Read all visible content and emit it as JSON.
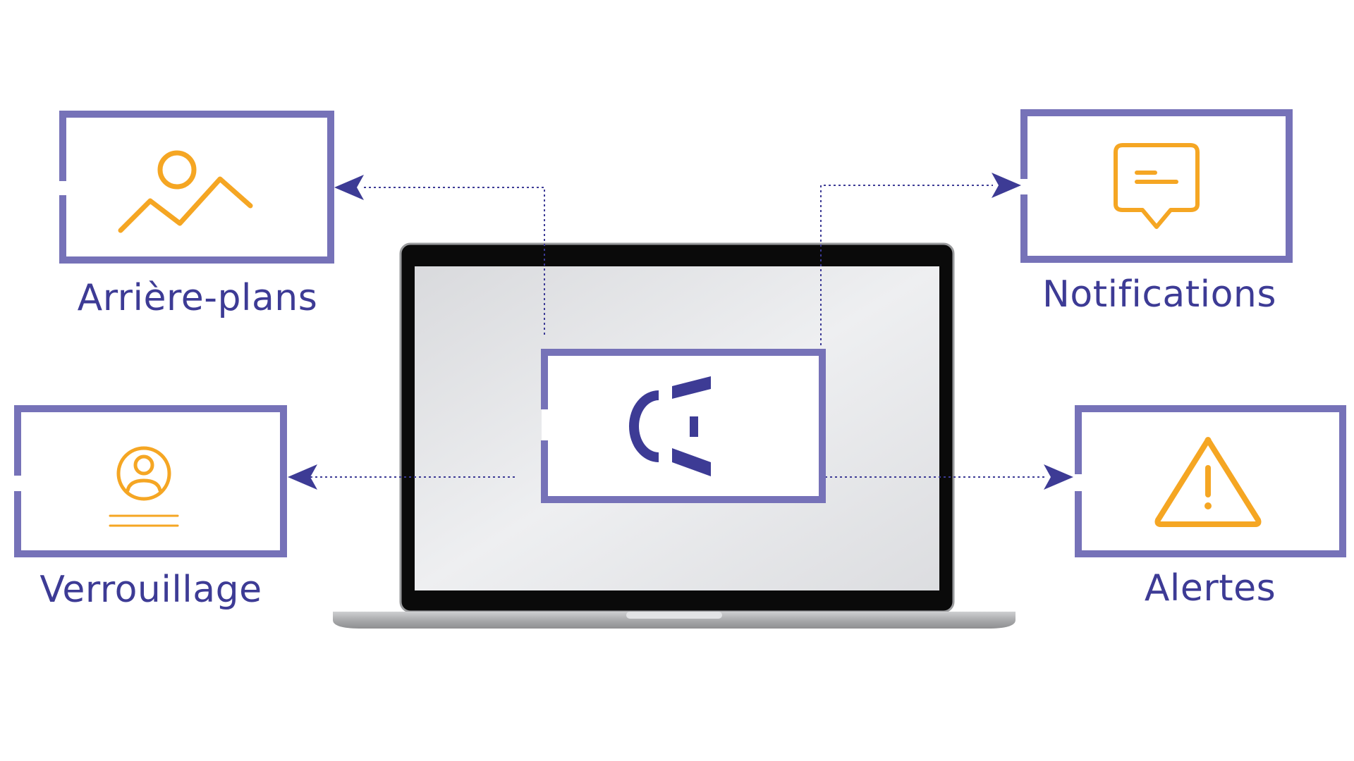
{
  "colors": {
    "frame": "#7672b8",
    "icon": "#f5a623",
    "label": "#3d3b95",
    "connector": "#3d3b95",
    "logo": "#3d3b95",
    "bezel": "#0a0a0a",
    "screen": "#e6e7ea",
    "base": "#b5b6b8"
  },
  "center": {
    "logo_icon": "brand-logo-icon"
  },
  "features": [
    {
      "key": "backgrounds",
      "label": "Arrière-plans",
      "icon": "image-icon"
    },
    {
      "key": "notifications",
      "label": "Notifications",
      "icon": "message-icon"
    },
    {
      "key": "lock",
      "label": "Verrouillage",
      "icon": "user-lock-icon"
    },
    {
      "key": "alerts",
      "label": "Alertes",
      "icon": "warning-icon"
    }
  ]
}
